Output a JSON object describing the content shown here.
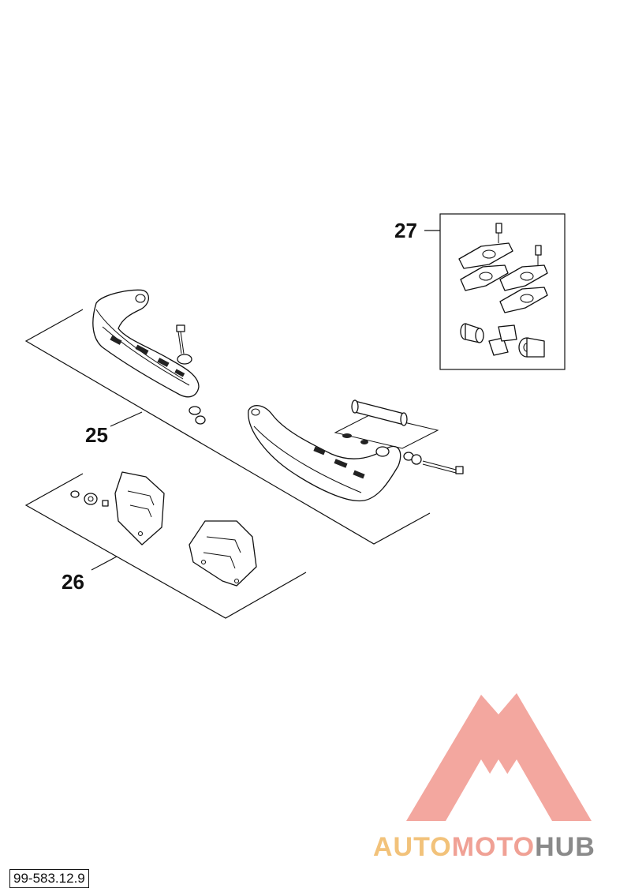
{
  "callouts": {
    "handguard_set": "25",
    "shield_set": "26",
    "clamp_kit": "27"
  },
  "drawing_number": "99-583.12.9",
  "watermark": {
    "part1": "AUTO",
    "part2": "MOTO",
    "part3": "HUB",
    "colors": {
      "auto": "#f2c27a",
      "moto": "#f0a195",
      "hub": "#8a8a8a",
      "emblem": "#ef8a80"
    }
  }
}
